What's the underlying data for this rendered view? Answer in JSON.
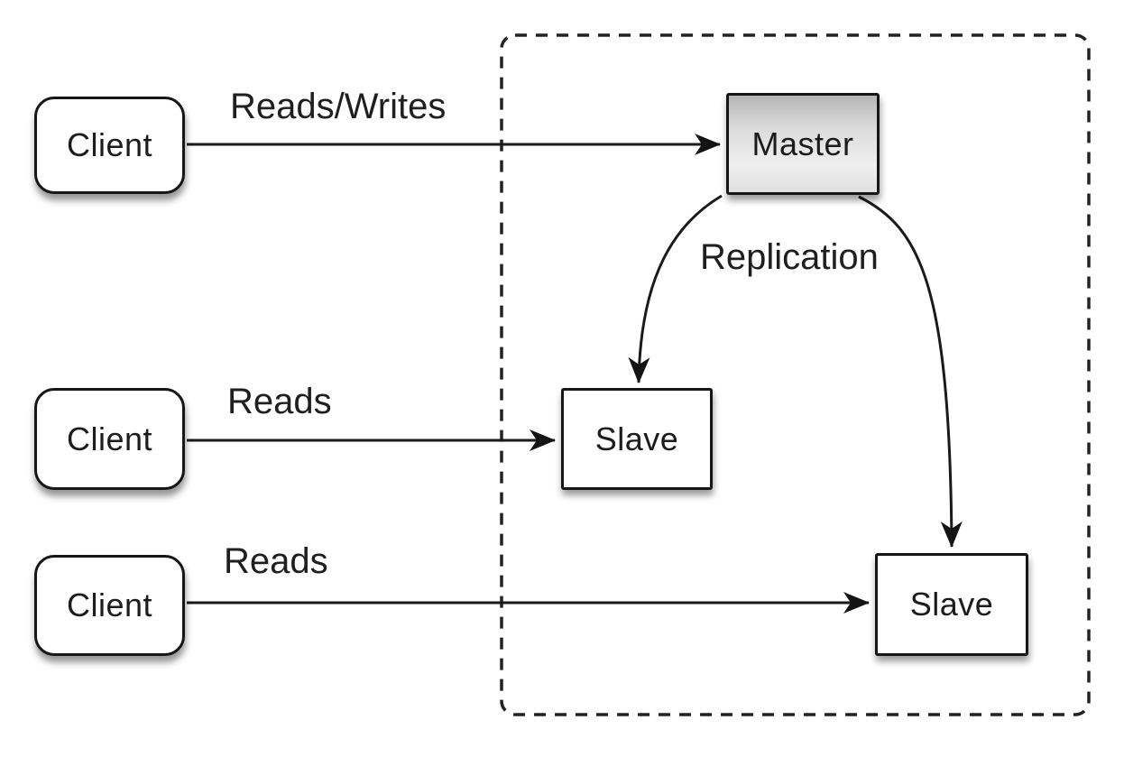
{
  "diagram_type": "master-slave-replication",
  "nodes": {
    "client1": {
      "label": "Client"
    },
    "client2": {
      "label": "Client"
    },
    "client3": {
      "label": "Client"
    },
    "master": {
      "label": "Master"
    },
    "slave1": {
      "label": "Slave"
    },
    "slave2": {
      "label": "Slave"
    }
  },
  "edges": {
    "client1_master": {
      "from": "client1",
      "to": "master",
      "label": "Reads/Writes"
    },
    "client2_slave1": {
      "from": "client2",
      "to": "slave1",
      "label": "Reads"
    },
    "client3_slave2": {
      "from": "client3",
      "to": "slave2",
      "label": "Reads"
    },
    "master_slave1": {
      "from": "master",
      "to": "slave1",
      "label": "Replication"
    },
    "master_slave2": {
      "from": "master",
      "to": "slave2",
      "label": ""
    }
  },
  "colors": {
    "background": "#ffffff",
    "stroke": "#1a1a1a",
    "node_fill": "#ffffff",
    "master_gradient_top": "#b5b5b5",
    "master_gradient_bottom": "#e0e0e0",
    "text": "#1c1c1c"
  }
}
